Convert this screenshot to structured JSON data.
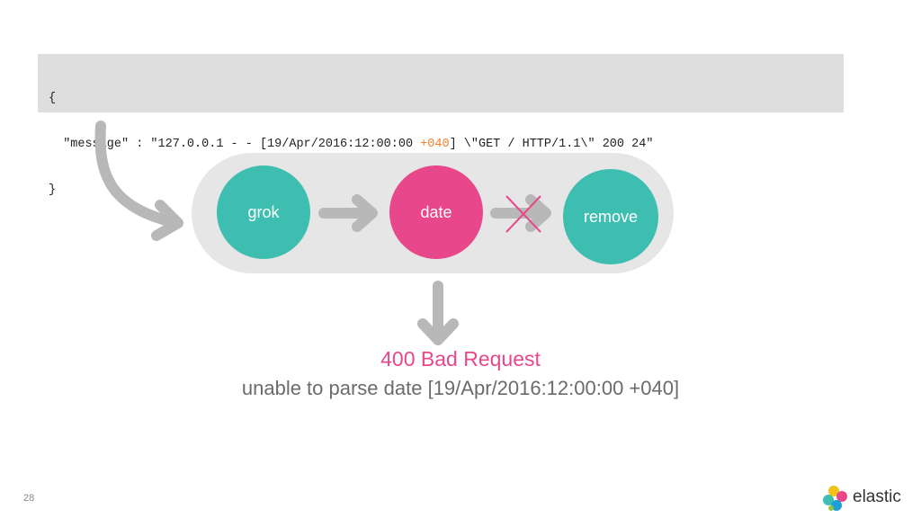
{
  "code": {
    "line1": "{",
    "line2_pre": "  \"message\" : \"127.0.0.1 - - [19/Apr/2016:12:00:00 ",
    "line2_hl": "+040",
    "line2_post": "] \\\"GET / HTTP/1.1\\\" 200 24\"",
    "line3": "}"
  },
  "pipeline": {
    "processors": [
      {
        "label": "grok",
        "status": "ok"
      },
      {
        "label": "date",
        "status": "failed"
      },
      {
        "label": "remove",
        "status": "not-reached"
      }
    ]
  },
  "error": {
    "title": "400 Bad Request",
    "detail": "unable to parse date [19/Apr/2016:12:00:00 +040]"
  },
  "page_number": "28",
  "brand": {
    "name": "elastic"
  },
  "colors": {
    "teal": "#3ebeb0",
    "pink": "#e8478b",
    "orange": "#f07f2e",
    "arrow_gray": "#b8b8b8",
    "pipeline_bg": "#e6e6e6",
    "code_bg": "#dedede"
  },
  "icons": {
    "arrow_right": "arrow-right-icon",
    "arrow_down": "arrow-down-icon",
    "cross": "cross-icon"
  }
}
